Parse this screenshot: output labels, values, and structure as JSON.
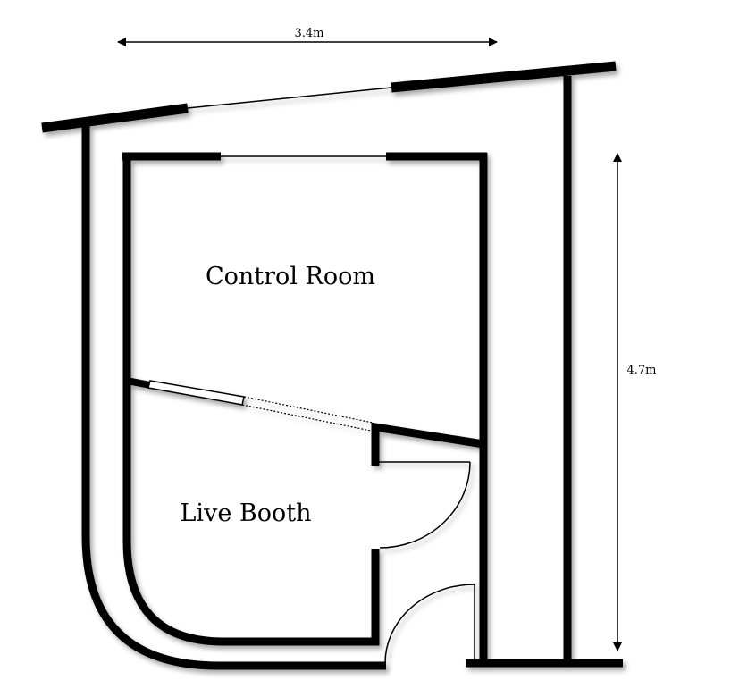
{
  "title": "Studio floor plan",
  "rooms": {
    "control_room": "Control Room",
    "live_booth": "Live Booth"
  },
  "dimensions": {
    "width": "3.4m",
    "height": "4.7m"
  },
  "colors": {
    "wall": "#000000",
    "background": "#ffffff"
  }
}
